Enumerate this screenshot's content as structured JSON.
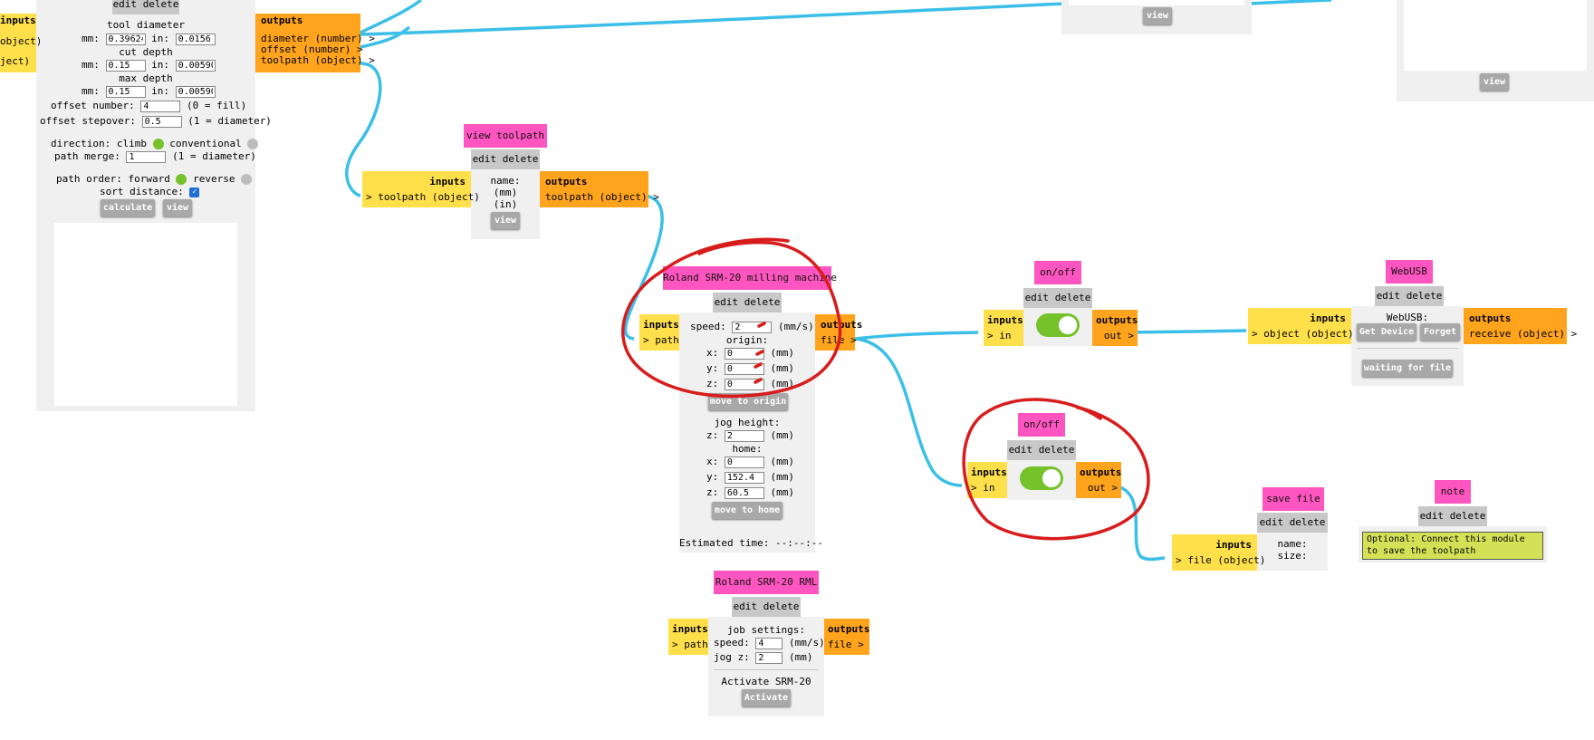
{
  "colors": {
    "wire": "#3bbfe8",
    "title": "#ff55c0",
    "inputs": "#ffe04a",
    "outputs": "#ffa41c",
    "panel": "#f0f0f0",
    "toggle_on": "#76c22a",
    "annotation": "#d81c1c"
  },
  "common": {
    "edit": "edit",
    "delete": "delete",
    "inputs": "inputs",
    "outputs": "outputs"
  },
  "offset": {
    "inputs_cut": "inputs",
    "in1": "object)",
    "in2": "ject)",
    "tool_diameter": "tool diameter",
    "mm": "mm:",
    "in": "in:",
    "diam_mm": "0.39624",
    "diam_in": "0.0156",
    "cut_depth": "cut depth",
    "cut_mm": "0.15",
    "cut_in": "0.00590",
    "max_depth": "max depth",
    "max_mm": "0.15",
    "max_in": "0.00590",
    "offset_number": "offset number:",
    "offset_number_val": "4",
    "offset_number_hint": "(0 = fill)",
    "offset_stepover": "offset stepover:",
    "offset_stepover_val": "0.5",
    "offset_stepover_hint": "(1 = diameter)",
    "direction": "direction: climb",
    "conventional": "conventional",
    "path_merge": "path merge:",
    "path_merge_val": "1",
    "path_merge_hint": "(1 = diameter)",
    "path_order": "path order: forward",
    "reverse": "reverse",
    "sort_distance": "sort distance:",
    "check": "✓",
    "calculate": "calculate",
    "view": "view",
    "out1": "diameter (number) >",
    "out2": "offset (number) >",
    "out3": "toolpath (object) >"
  },
  "top_view": {
    "view": "view"
  },
  "top_right": {
    "view": "view"
  },
  "view_toolpath": {
    "title": "view toolpath",
    "in1": "> toolpath (object)",
    "name": "name:",
    "mm": "(mm)",
    "in": "(in)",
    "view": "view",
    "out1": "toolpath (object) >"
  },
  "milling": {
    "title": "Roland SRM-20 milling machine",
    "in1": "> path",
    "speed": "speed:",
    "speed_val": "2",
    "speed_unit": "(mm/s)",
    "origin": "origin:",
    "x": "x:",
    "y": "y:",
    "z": "z:",
    "mm": "(mm)",
    "ox": "0",
    "oy": "0",
    "oz": "0",
    "move_origin": "move to origin",
    "jog_height": "jog height:",
    "jz": "2",
    "home": "home:",
    "hx": "0",
    "hy": "152.4",
    "hz": "60.5",
    "move_home": "move to home",
    "estimated": "Estimated time: --:--:--",
    "out1": "file >"
  },
  "rml": {
    "title": "Roland SRM-20 RML",
    "in1": "> path",
    "job_settings": "job settings:",
    "speed": "speed:",
    "speed_val": "4",
    "speed_unit": "(mm/s)",
    "jogz": "jog z:",
    "jogz_val": "2",
    "mm": "(mm)",
    "activate_label": "Activate SRM-20",
    "activate": "Activate",
    "out1": "file >"
  },
  "onoff1": {
    "title": "on/off",
    "in1": "> in",
    "out1": "out >"
  },
  "onoff2": {
    "title": "on/off",
    "in1": "> in",
    "out1": "out >"
  },
  "webusb": {
    "title": "WebUSB",
    "in1": "> object (object)",
    "label": "WebUSB:",
    "get_device": "Get Device",
    "forget": "Forget",
    "waiting": "waiting for file",
    "out1": "receive (object) >"
  },
  "save_file": {
    "title": "save file",
    "in1": "> file (object)",
    "name": "name:",
    "size": "size:"
  },
  "note": {
    "title": "note",
    "text": "Optional: Connect this module\nto save the toolpath"
  }
}
